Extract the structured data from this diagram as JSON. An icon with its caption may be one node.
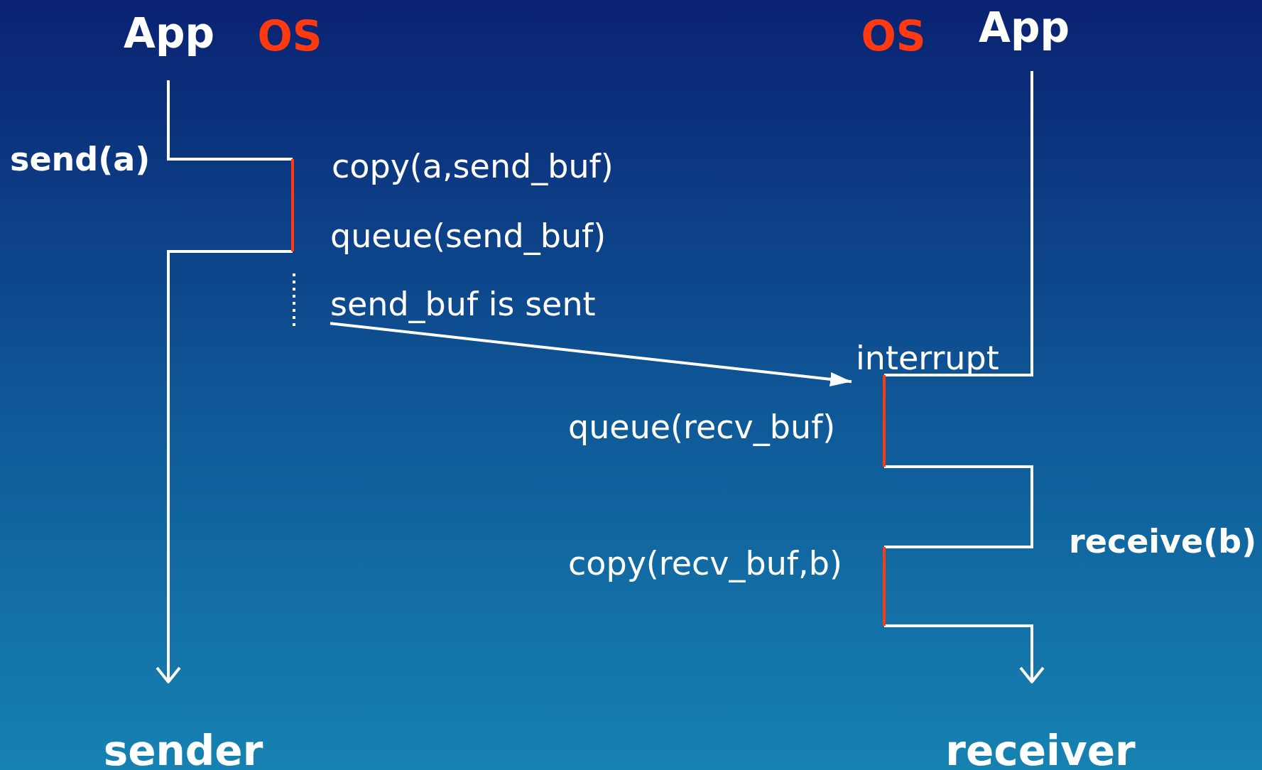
{
  "diagram": {
    "nodes": [
      {
        "text": [
          "send_buf is sent"
        ]
      },
      {
        "text": [
          "interrupt"
        ]
      }
    ],
    "edges": [
      {
        "from": 0,
        "to": 1,
        "arrow": "to"
      }
    ],
    "labels": [
      "App",
      "OS",
      "OS",
      "App",
      "send(a)",
      "copy(a,send_buf)",
      "queue(send_buf)",
      "queue(recv_buf)",
      "receive(b)",
      "copy(recv_buf,b)",
      "sender",
      "receiver"
    ]
  }
}
